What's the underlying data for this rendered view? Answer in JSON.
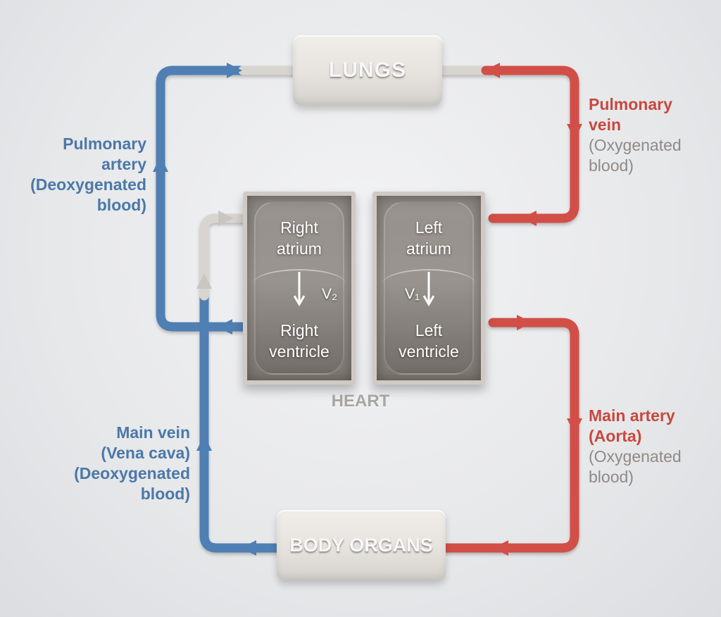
{
  "blocks": {
    "lungs": "LUNGS",
    "body_organs": "BODY ORGANS"
  },
  "heart": {
    "title": "HEART",
    "right_atrium": [
      "Right",
      "atrium"
    ],
    "right_ventricle": [
      "Right",
      "ventricle"
    ],
    "left_atrium": [
      "Left",
      "atrium"
    ],
    "left_ventricle": [
      "Left",
      "ventricle"
    ],
    "right_valve_label": "V₂",
    "left_valve_label": "V₁"
  },
  "vessels": {
    "pulmonary_artery": [
      "Pulmonary",
      "artery",
      "(Deoxygenated",
      "blood)"
    ],
    "pulmonary_vein": [
      "Pulmonary",
      "vein",
      "(Oxygenated",
      "blood)"
    ],
    "main_vein": [
      "Main vein",
      "(Vena cava)",
      "(Deoxygenated",
      "blood)"
    ],
    "main_artery": [
      "Main artery",
      "(Aorta)",
      "(Oxygenated",
      "blood)"
    ]
  },
  "colors": {
    "deoxygenated": "#4f7fb3",
    "oxygenated": "#d14f47",
    "neutral": "#d8d5d1"
  }
}
